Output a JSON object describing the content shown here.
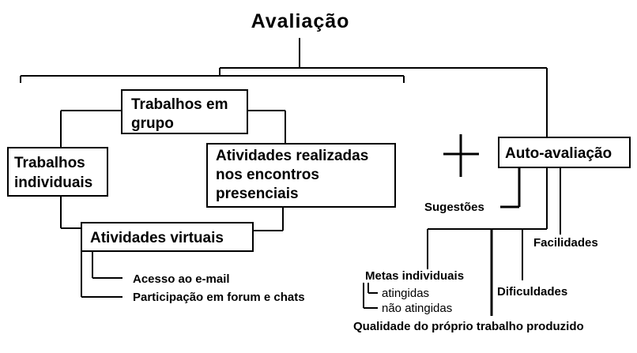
{
  "title": "Avaliação",
  "boxes": {
    "trabalhos_grupo": [
      "Trabalhos em",
      "grupo"
    ],
    "trabalhos_individuais": [
      "Trabalhos",
      "individuais"
    ],
    "atividades_encontros": [
      "Atividades realizadas",
      "nos encontros",
      "presenciais"
    ],
    "atividades_virtuais": "Atividades virtuais",
    "auto_avaliacao": "Auto-avaliação"
  },
  "labels": {
    "acesso_email": "Acesso ao e-mail",
    "participacao": "Participação em forum e chats",
    "sugestoes": "Sugestões",
    "facilidades": "Facilidades",
    "dificuldades": "Dificuldades",
    "metas_individuais": "Metas individuais",
    "atingidas": "atingidas",
    "nao_atingidas": "não atingidas",
    "qualidade": "Qualidade do próprio trabalho produzido"
  },
  "plus_symbol": "plus-sign"
}
